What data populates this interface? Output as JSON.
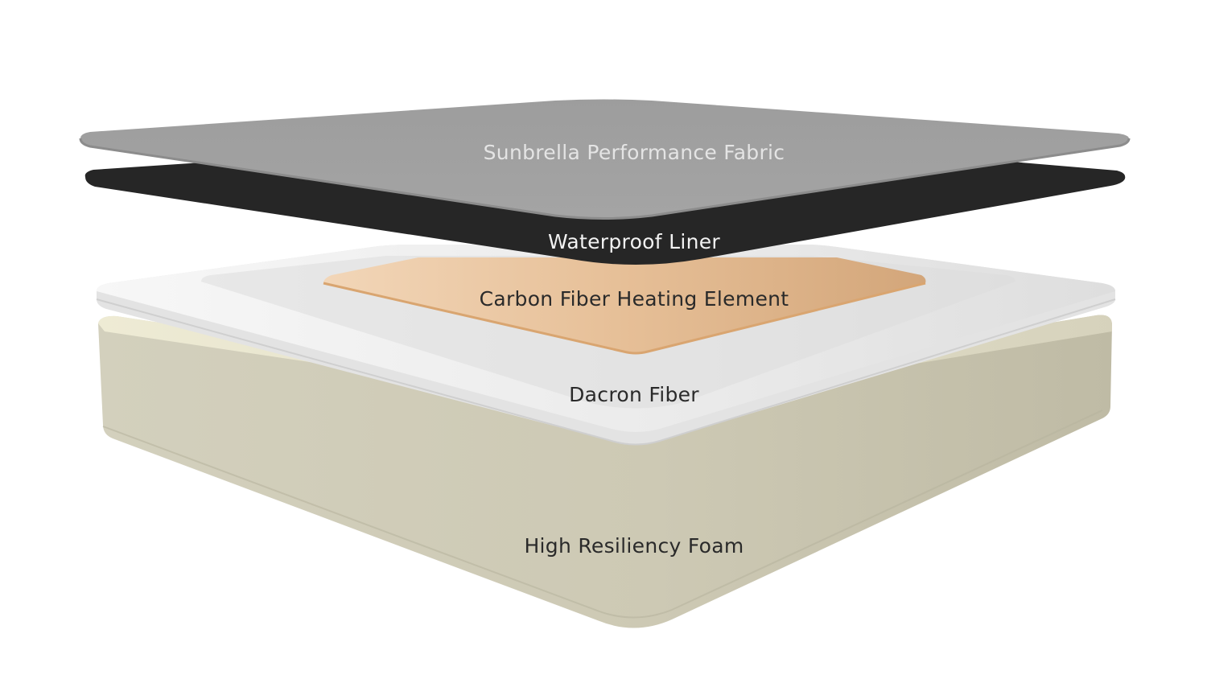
{
  "layers": [
    {
      "id": "fabric",
      "label": "Sunbrella Performance Fabric",
      "color": "#9c9c9c",
      "text_color": "#e6e6e6"
    },
    {
      "id": "liner",
      "label": "Waterproof Liner",
      "color": "#252525",
      "text_color": "#f2f2f2"
    },
    {
      "id": "heating",
      "label": "Carbon Fiber Heating Element",
      "color": "#e8bd92",
      "text_color": "#2a2a2a"
    },
    {
      "id": "dacron",
      "label": "Dacron Fiber",
      "color": "#f4f4f4",
      "text_color": "#2a2a2a"
    },
    {
      "id": "foam",
      "label": "High Resiliency Foam",
      "color": "#cfcbb7",
      "text_color": "#2a2a2a"
    }
  ]
}
